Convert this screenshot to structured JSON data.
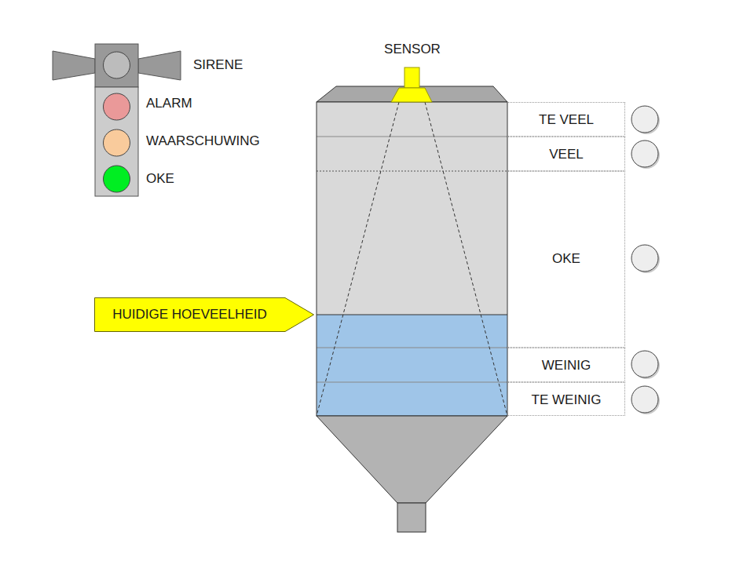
{
  "diagram": {
    "nodes": [
      {
        "text": [
          "TE VEEL"
        ]
      },
      {
        "text": [
          "VEEL"
        ]
      },
      {
        "text": [
          "OKE"
        ]
      },
      {
        "text": [
          "HUIDIGE HOEVEELHEID"
        ]
      },
      {
        "text": [
          "WEINIG"
        ]
      },
      {
        "text": [
          "TE WEINIG"
        ]
      }
    ],
    "labels": [
      "SIRENE",
      "ALARM",
      "WAARSCHUWING",
      "OKE",
      "SENSOR"
    ]
  }
}
